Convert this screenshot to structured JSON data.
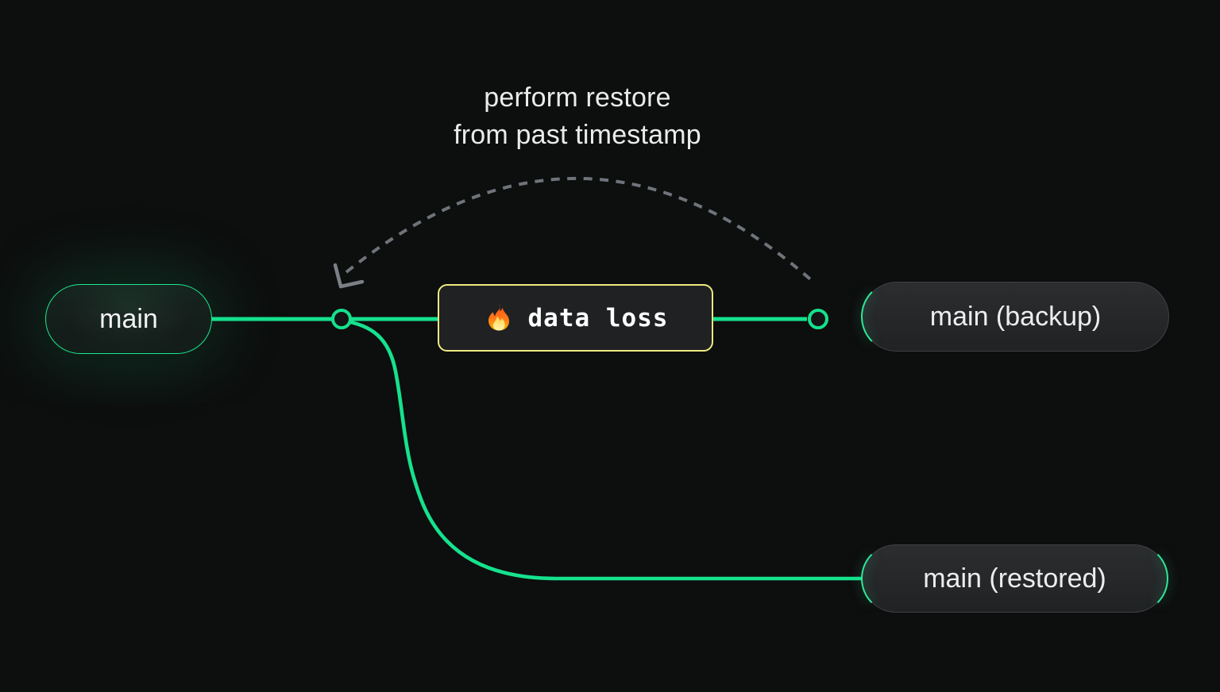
{
  "colors": {
    "background": "#0d0e0e",
    "green": "#15e28d",
    "green_bright": "#2fe796",
    "yellow": "#f0ea7e",
    "gray_line": "#6f747a",
    "text": "#ebebeb"
  },
  "annotation": {
    "line1": "perform restore",
    "line2": "from past timestamp"
  },
  "nodes": {
    "main": {
      "label": "main"
    },
    "data_loss": {
      "label": "data loss",
      "icon": "fire-icon"
    },
    "backup": {
      "label": "main (backup)"
    },
    "restored": {
      "label": "main (restored)"
    }
  },
  "edges": [
    {
      "from": "main",
      "to": "backup",
      "through": "data loss",
      "style": "solid-green"
    },
    {
      "from": "main",
      "to": "restored",
      "style": "solid-green-branch"
    },
    {
      "from": "backup",
      "to": "main",
      "style": "dashed-gray-arc",
      "meaning": "perform restore from past timestamp"
    }
  ]
}
